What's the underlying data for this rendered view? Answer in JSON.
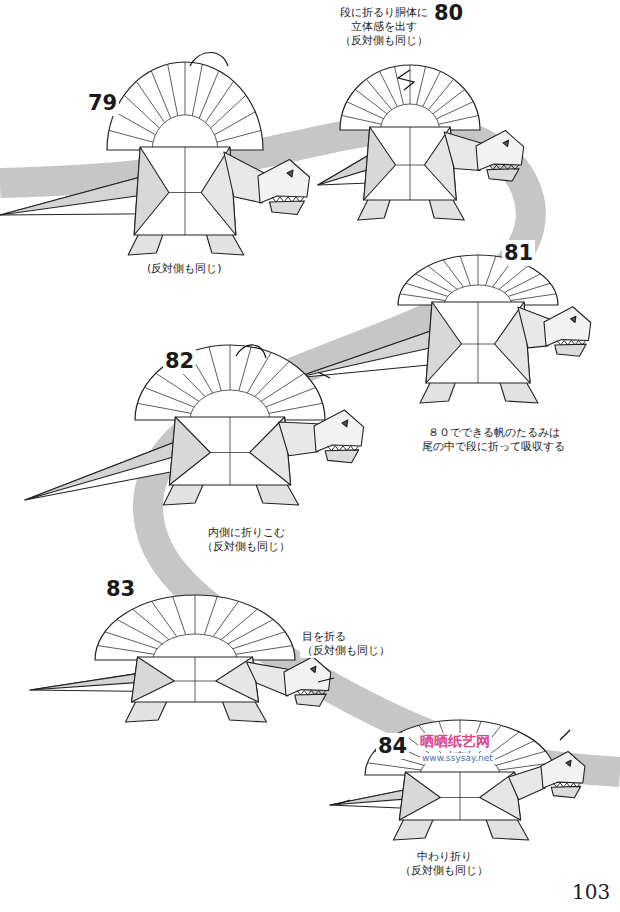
{
  "diagram": {
    "labels": [
      "79",
      "(反対側も同じ)",
      "80",
      "段に折るり胴体に 立体感を出す （反対側も同じ）",
      "81",
      "８０でできる帆のたるみは 尾の中で段に折って吸収する",
      "82",
      "内側に折りこむ （反対側も同じ）",
      "83",
      "目を折る （反対側も同じ）",
      "84",
      "中わり折り （反対側も同じ）",
      "晒晒纸艺网",
      "www.ssysay.net",
      "103"
    ]
  }
}
